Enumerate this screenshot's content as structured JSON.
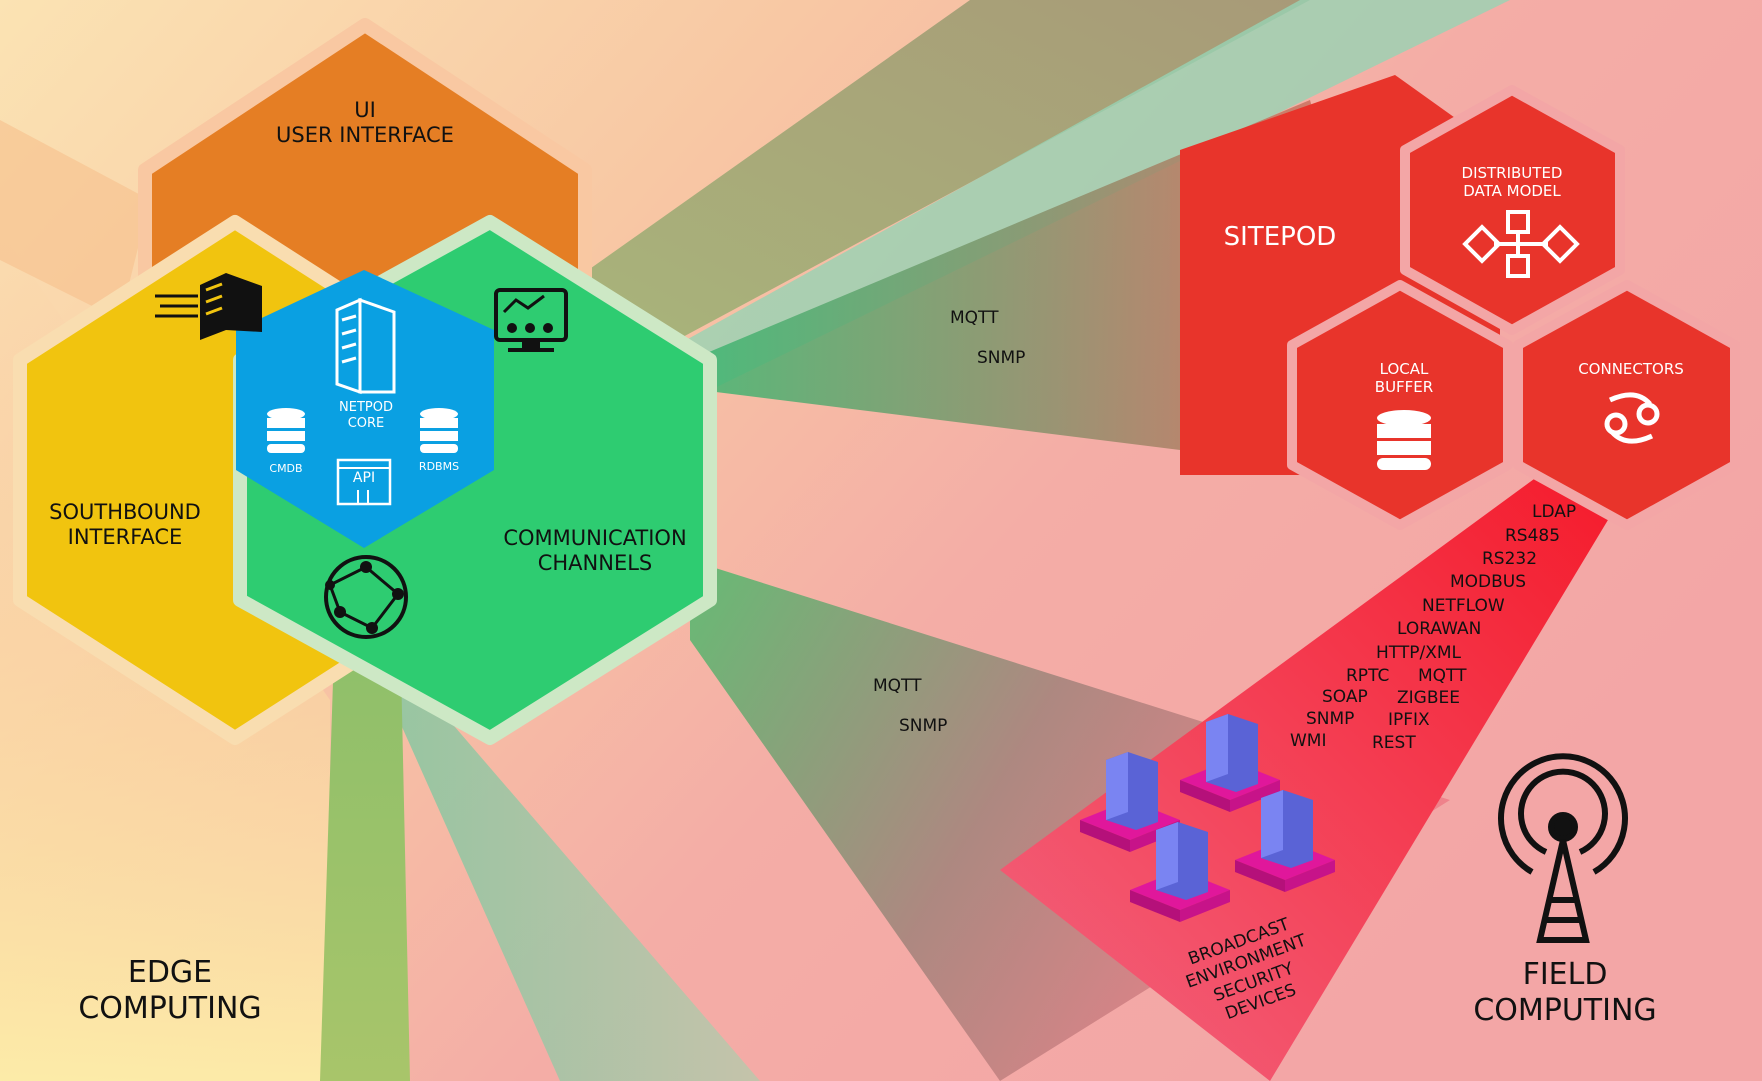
{
  "ui_hex": {
    "line1": "UI",
    "line2": "USER INTERFACE"
  },
  "southbound_hex": {
    "line1": "SOUTHBOUND",
    "line2": "INTERFACE"
  },
  "communication_hex": {
    "line1": "COMMUNICATION",
    "line2": "CHANNELS"
  },
  "core_hex": {
    "line1": "NETPOD",
    "line2": "CORE",
    "cmdb": "CMDB",
    "rdbms": "RDBMS",
    "api": "API"
  },
  "links": {
    "upper_a": "MQTT",
    "upper_b": "SNMP",
    "lower_a": "MQTT",
    "lower_b": "SNMP"
  },
  "sitepod": {
    "title": "SITEPOD",
    "distributed": {
      "line1": "DISTRIBUTED",
      "line2": "DATA MODEL"
    },
    "local_buffer": {
      "line1": "LOCAL",
      "line2": "BUFFER"
    },
    "connectors": "CONNECTORS"
  },
  "protocols": [
    "LDAP",
    "RS485",
    "RS232",
    "MODBUS",
    "NETFLOW",
    "LORAWAN",
    "HTTP/XML",
    "RPTC",
    "MQTT",
    "SOAP",
    "ZIGBEE",
    "SNMP",
    "IPFIX",
    "WMI",
    "REST"
  ],
  "devices": [
    "BROADCAST",
    "ENVIRONMENT",
    "SECURITY",
    "DEVICES"
  ],
  "edge": {
    "line1": "EDGE",
    "line2": "COMPUTING"
  },
  "field": {
    "line1": "FIELD",
    "line2": "COMPUTING"
  }
}
